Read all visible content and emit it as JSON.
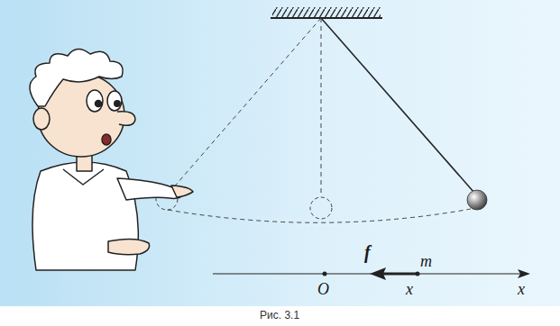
{
  "diagram": {
    "caption": "Рис. 3.1",
    "labels": [
      "f",
      "m",
      "O",
      "x",
      "x"
    ]
  }
}
